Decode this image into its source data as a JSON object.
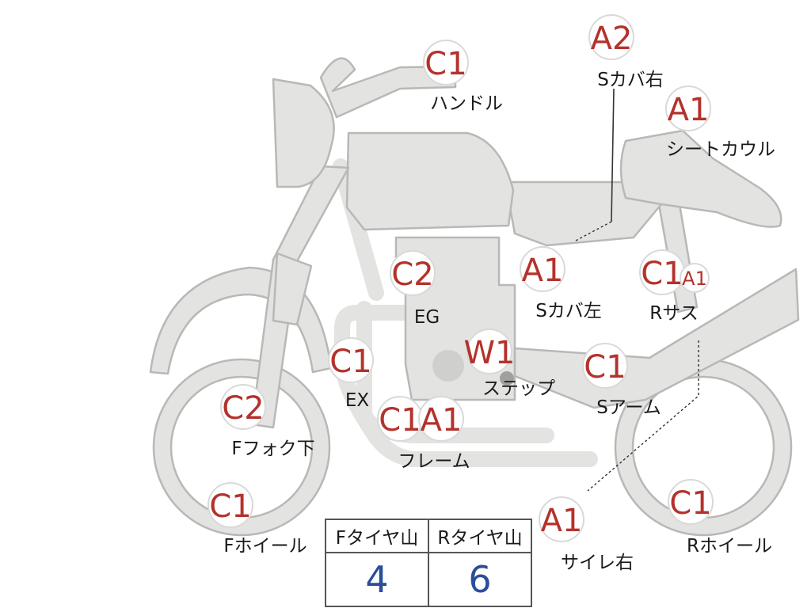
{
  "markers": [
    {
      "code": "C1",
      "label": "ハンドル"
    },
    {
      "code": "A2",
      "label": "Sカバ右"
    },
    {
      "code": "A1",
      "label": "シートカウル"
    },
    {
      "code": "C2",
      "label": "EG"
    },
    {
      "code": "A1",
      "label": "Sカバ左"
    },
    {
      "code": "C1",
      "label": ""
    },
    {
      "code": "A1",
      "label": "Rサス"
    },
    {
      "code": "W1",
      "label": "ステップ"
    },
    {
      "code": "C1",
      "label": "EX"
    },
    {
      "code": "C1",
      "label": "Sアーム"
    },
    {
      "code": "C2",
      "label": "Fフォク下"
    },
    {
      "code": "C1",
      "label": ""
    },
    {
      "code": "A1",
      "label": "フレーム"
    },
    {
      "code": "C1",
      "label": "Fホイール"
    },
    {
      "code": "A1",
      "label": "サイレ右"
    },
    {
      "code": "C1",
      "label": "Rホイール"
    }
  ],
  "tire_table": {
    "headers": [
      "Fタイヤ山",
      "Rタイヤ山"
    ],
    "values": [
      "4",
      "6"
    ]
  },
  "colors": {
    "badge_text": "#b4322c",
    "table_value": "#2a4e9a",
    "body_fill": "#e3e3e1",
    "body_outline": "#b8b8b6"
  }
}
